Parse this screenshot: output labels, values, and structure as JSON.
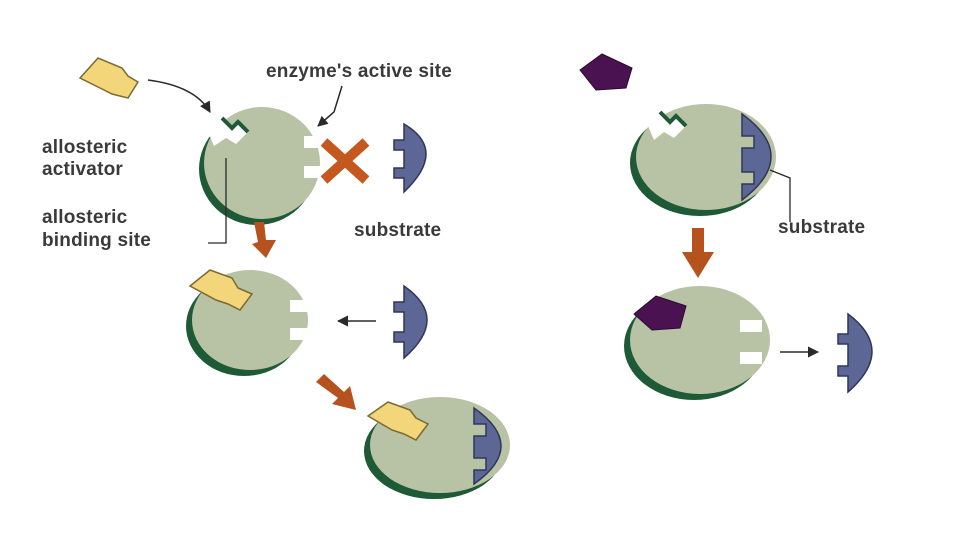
{
  "labels": {
    "active_site": "enzyme's active site",
    "activator_line1": "allosteric",
    "activator_line2": "activator",
    "binding_line1": "allosteric",
    "binding_line2": "binding site",
    "substrate_left": "substrate",
    "substrate_right": "substrate"
  },
  "colors": {
    "enzyme_fill": "#b8c2a4",
    "enzyme_rim": "#1e5a36",
    "substrate_fill": "#5c6795",
    "activator_fill": "#f2d679",
    "inhibitor_fill": "#4b1252",
    "process_arrow": "#b5521e",
    "blocked_mark": "#c4581f",
    "label_text": "#3a3a3a"
  }
}
